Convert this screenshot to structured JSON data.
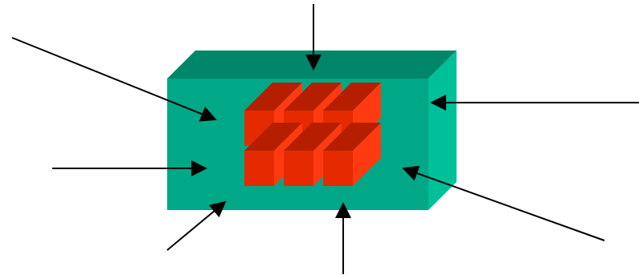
{
  "colors": {
    "background": "#ffffff",
    "box_front": "#00a887",
    "box_top": "#00876b",
    "box_side": "#00c09a",
    "cube_front": "#e52a00",
    "cube_top": "#b51f00",
    "cube_side": "#ff3a10",
    "arrow": "#000000"
  },
  "figure": {
    "enclosure": "box-icon",
    "cubes": {
      "rows": 2,
      "cols": 3,
      "icon": "cube-icon"
    },
    "arrow_count": 7,
    "arrow_icon": "arrow-icon"
  }
}
